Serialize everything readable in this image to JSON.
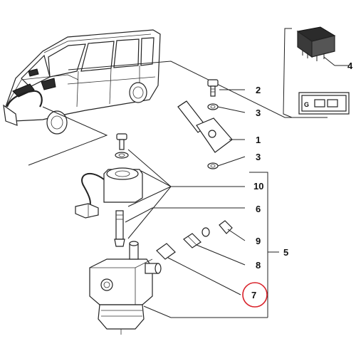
{
  "diagram": {
    "callouts": {
      "c1": "1",
      "c2": "2",
      "c3a": "3",
      "c3b": "3",
      "c4": "4",
      "c5": "5",
      "c6": "6",
      "c7": "7",
      "c8": "8",
      "c9": "9",
      "c10": "10"
    },
    "relay_label": "G",
    "highlight_color": "#d9222a"
  }
}
